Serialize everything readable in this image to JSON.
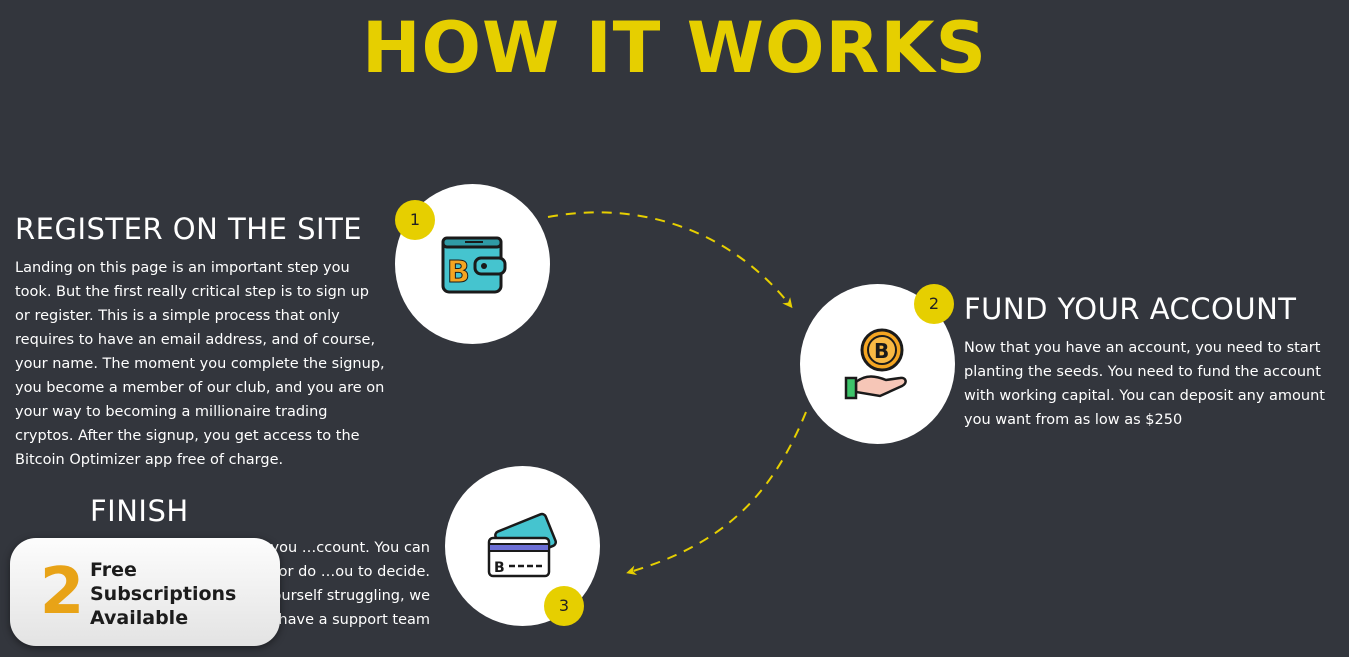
{
  "header": {
    "title": "HOW IT WORKS"
  },
  "steps": [
    {
      "number": "1",
      "title": "REGISTER ON THE SITE",
      "text": "Landing on this page is an important step you took. But the first really critical step is to sign up or register. This is a simple process that only requires to have an email address, and of course, your name. The moment you complete the signup, you become a member of our club, and you are on your way to becoming a millionaire trading cryptos. After the signup, you get access to the Bitcoin Optimizer app free of charge.",
      "icon": "bitcoin-wallet-icon"
    },
    {
      "number": "2",
      "title": "FUND YOUR ACCOUNT",
      "text": "Now that you have an account, you need to start planting the seeds. You need to fund the account with working capital. You can deposit any amount you want from as low as $250",
      "icon": "hand-bitcoin-icon"
    },
    {
      "number": "3",
      "title": "FINISH",
      "text": "…ading. All the tools you …ccount. You can choose … part of it, or do …ou to decide. Whenever you find yourself struggling, we have a support team",
      "icon": "bitcoin-credit-card-icon"
    }
  ],
  "subscriptions": {
    "count": "2",
    "label": "Free Subscriptions Available"
  },
  "colors": {
    "accent": "#e6cf00",
    "background": "#33363d",
    "counter": "#e8a317"
  }
}
